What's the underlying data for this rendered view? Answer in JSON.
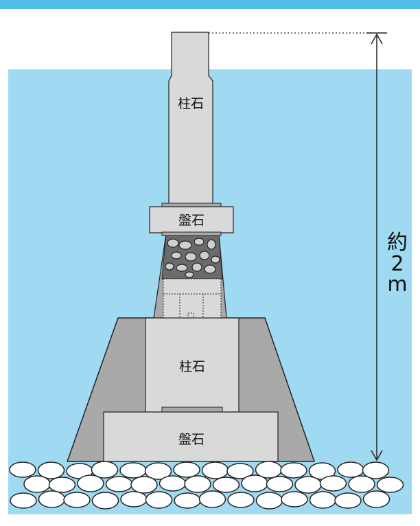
{
  "labels": {
    "upper_pillar": "柱石",
    "upper_base": "盤石",
    "lower_pillar": "柱石",
    "lower_base": "盤石"
  },
  "height_annotation": {
    "line1": "約",
    "line2": "2",
    "line3": "m"
  },
  "colors": {
    "water": "#9fd9f2",
    "top_band": "#4fbfe8",
    "stone": "#d9d9d9",
    "stone_shadow": "#a9a9a9",
    "cobble_fill": "#5a5a5a",
    "outline": "#222222"
  }
}
